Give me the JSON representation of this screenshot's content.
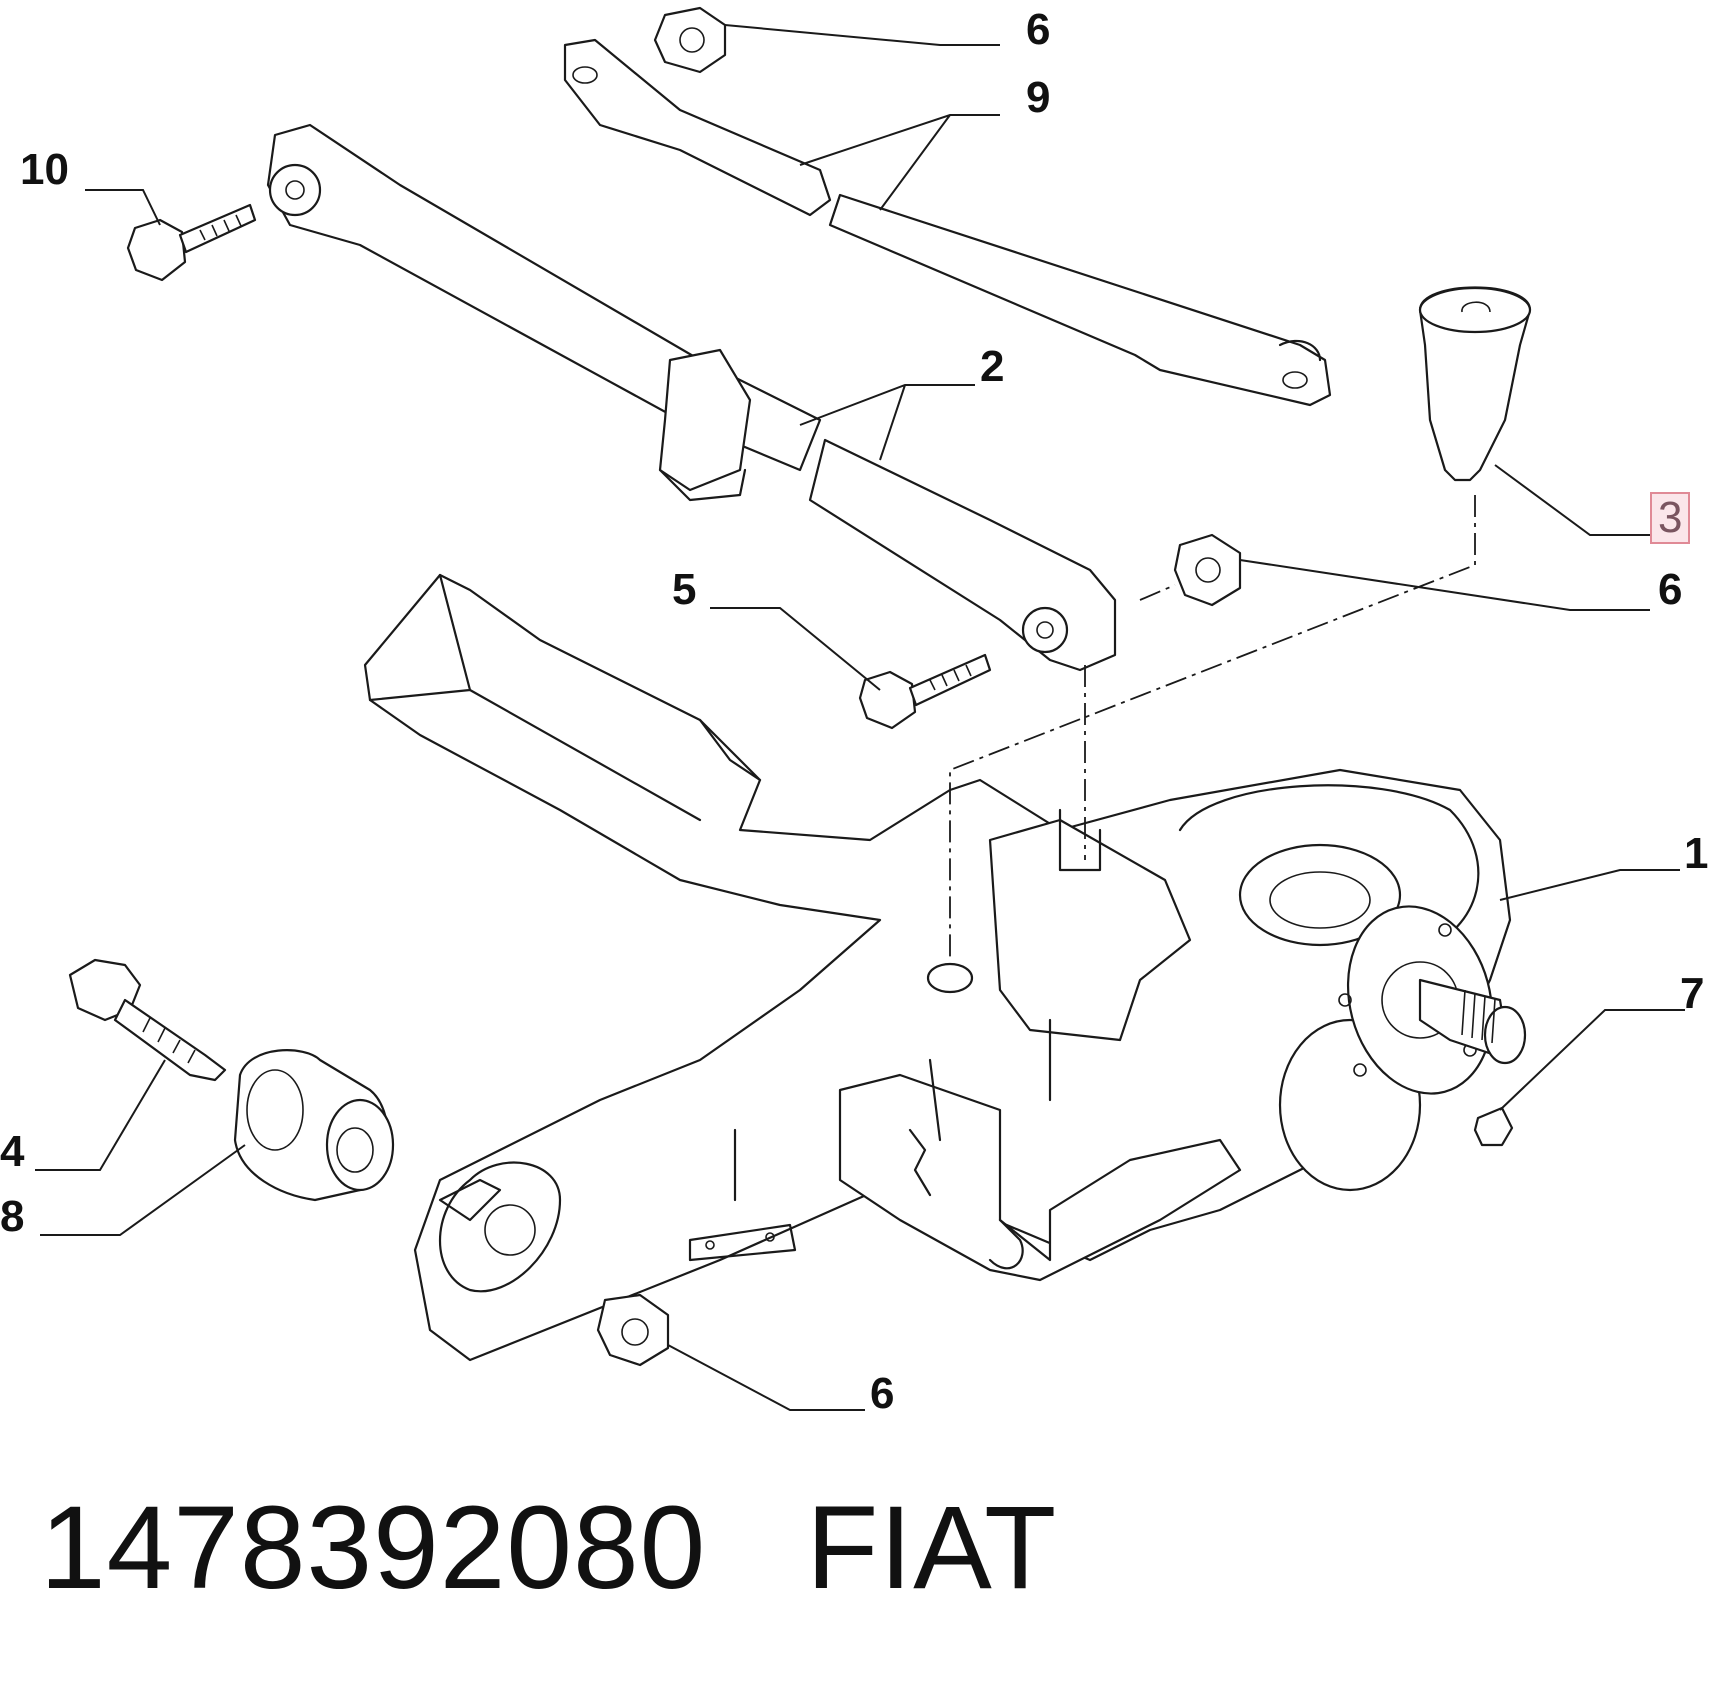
{
  "callouts": {
    "c6_top": "6",
    "c9": "9",
    "c10": "10",
    "c2": "2",
    "c3": "3",
    "c6_mid": "6",
    "c5": "5",
    "c1": "1",
    "c7": "7",
    "c4": "4",
    "c8": "8",
    "c6_bottom": "6"
  },
  "caption": {
    "part_number": "1478392080",
    "brand": "FIAT"
  },
  "colors": {
    "line": "#1a1a1a",
    "selected_box": "#e08a96",
    "selected_text": "#7a5560"
  }
}
